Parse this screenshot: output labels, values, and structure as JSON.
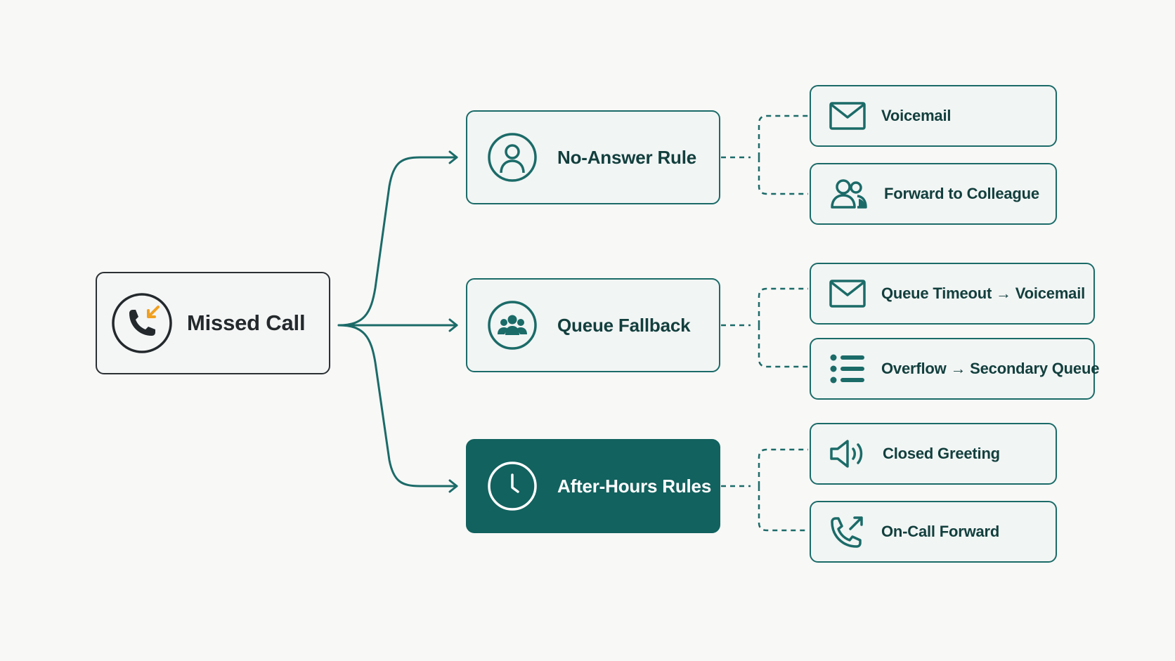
{
  "colors": {
    "background": "#f8f8f7",
    "teal": "#1b6b68",
    "teal_dark": "#12625f",
    "node_fill": "#f1f5f4",
    "root_border": "#2b3033",
    "accent_orange": "#f0a020"
  },
  "root": {
    "label": "Missed Call",
    "icon": "missed-call-icon"
  },
  "rules": [
    {
      "label": "No-Answer Rule",
      "icon": "user-icon",
      "active": false,
      "actions": [
        {
          "label": "Voicemail",
          "icon": "envelope-icon"
        },
        {
          "label": "Forward to Colleague",
          "icon": "users-icon"
        }
      ]
    },
    {
      "label": "Queue Fallback",
      "icon": "group-icon",
      "active": false,
      "actions": [
        {
          "label": "Queue Timeout → Voicemail",
          "icon": "envelope-icon"
        },
        {
          "label": "Overflow → Secondary Queue",
          "icon": "list-icon"
        }
      ]
    },
    {
      "label": "After-Hours Rules",
      "icon": "clock-icon",
      "active": true,
      "actions": [
        {
          "label": "Closed Greeting",
          "icon": "speaker-icon"
        },
        {
          "label": "On-Call Forward",
          "icon": "phone-forward-icon"
        }
      ]
    }
  ]
}
